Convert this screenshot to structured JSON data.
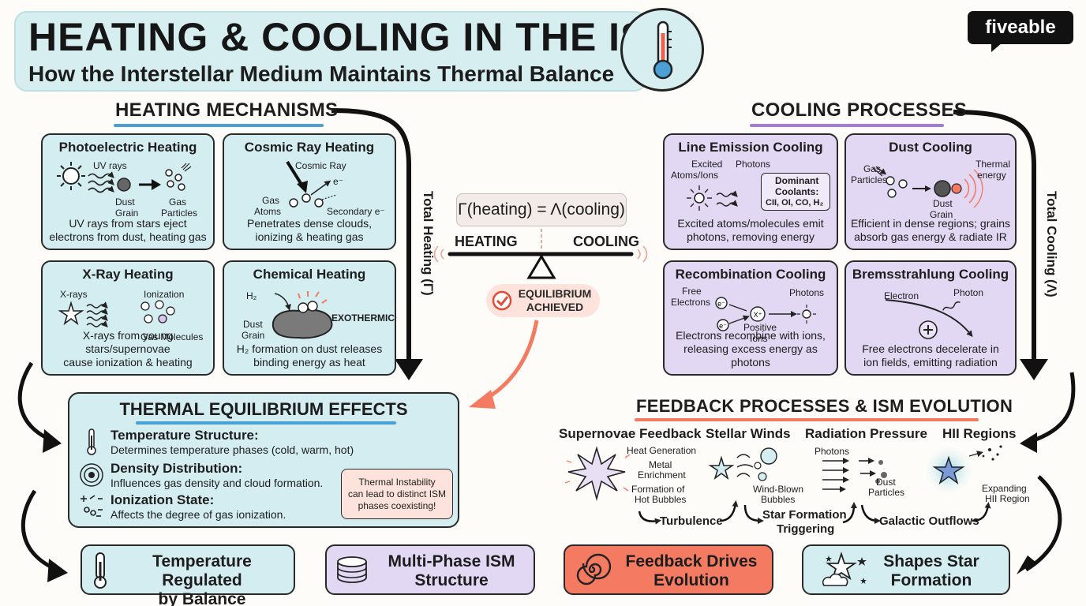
{
  "header": {
    "title": "HEATING & COOLING IN THE ISM",
    "subtitle": "How the Interstellar Medium Maintains Thermal Balance",
    "logo": "fiveable",
    "icon": "thermometer-icon"
  },
  "heating": {
    "heading": "HEATING MECHANISMS",
    "vertical_label": "Total Heating (Γ)",
    "cards": [
      {
        "title": "Photoelectric Heating",
        "labels": [
          "UV rays",
          "Dust",
          "Grain",
          "Gas",
          "Particles"
        ],
        "desc_lines": [
          "UV rays from stars eject",
          "electrons from dust, heating gas"
        ]
      },
      {
        "title": "Cosmic Ray Heating",
        "labels": [
          "Cosmic Ray",
          "e⁻",
          "Gas",
          "Atoms",
          "Secondary e⁻"
        ],
        "desc_lines": [
          "Penetrates dense clouds,",
          "ionizing & heating gas"
        ]
      },
      {
        "title": "X-Ray Heating",
        "labels": [
          "X-rays",
          "Ionization",
          "Gas Molecules"
        ],
        "desc_lines": [
          "X-rays from young stars/supernovae",
          "cause ionization & heating"
        ]
      },
      {
        "title": "Chemical Heating",
        "labels": [
          "H₂",
          "Dust",
          "Grain",
          "EXOTHERMIC"
        ],
        "desc_lines": [
          "H₂ formation on dust releases",
          "binding energy as heat"
        ]
      }
    ]
  },
  "cooling": {
    "heading": "COOLING PROCESSES",
    "vertical_label": "Total Cooling (Λ)",
    "cards": [
      {
        "title": "Line Emission Cooling",
        "labels": [
          "Excited",
          "Atoms/Ions",
          "Photons",
          "Dominant",
          "Coolants:",
          "CII, OI, CO, H₂"
        ],
        "desc_lines": [
          "Excited atoms/molecules emit",
          "photons, removing energy"
        ]
      },
      {
        "title": "Dust Cooling",
        "labels": [
          "Gas",
          "Particles",
          "Thermal",
          "energy",
          "Dust",
          "Grain"
        ],
        "desc_lines": [
          "Efficient in dense regions; grains",
          "absorb gas energy & radiate IR"
        ]
      },
      {
        "title": "Recombination Cooling",
        "labels": [
          "Free",
          "Electrons",
          "Photons",
          "Positive",
          "Ions"
        ],
        "desc_lines": [
          "Electrons recombine with ions,",
          "releasing excess energy as photons"
        ]
      },
      {
        "title": "Bremsstrahlung Cooling",
        "labels": [
          "Electron",
          "Photon"
        ],
        "desc_lines": [
          "Free electrons decelerate in",
          "ion fields, emitting radiation"
        ]
      }
    ]
  },
  "balance": {
    "equation": "Γ(heating) = Λ(cooling)",
    "left_label": "HEATING",
    "right_label": "COOLING",
    "equilibrium_lines": [
      "EQUILIBRIUM",
      "ACHIEVED"
    ]
  },
  "effects": {
    "title": "THERMAL EQUILIBRIUM EFFECTS",
    "items": [
      {
        "heading": "Temperature Structure:",
        "desc": "Determines temperature phases (cold, warm, hot)",
        "icon": "thermometer-icon"
      },
      {
        "heading": "Density Distribution:",
        "desc": "Influences gas density and cloud formation.",
        "icon": "concentric-circles-icon"
      },
      {
        "heading": "Ionization State:",
        "desc": "Affects the degree of gas ionization.",
        "icon": "ion-symbols-icon"
      }
    ],
    "note_lines": [
      "Thermal Instability",
      "can lead to distinct ISM",
      "phases coexisting!"
    ]
  },
  "feedback": {
    "heading": "FEEDBACK PROCESSES & ISM EVOLUTION",
    "items": [
      {
        "title": "Supernovae Feedback",
        "labels": [
          "Heat Generation",
          "Metal",
          "Enrichment",
          "Formation of",
          "Hot Bubbles"
        ]
      },
      {
        "title": "Stellar Winds",
        "labels": [
          "Wind-Blown",
          "Bubbles"
        ]
      },
      {
        "title": "Radiation Pressure",
        "labels": [
          "Photons",
          "Dust",
          "Particles"
        ]
      },
      {
        "title": "HII Regions",
        "labels": [
          "Expanding",
          "HII Region"
        ]
      }
    ],
    "chain": [
      "Turbulence",
      "Star Formation",
      "Triggering",
      "Galactic Outflows"
    ]
  },
  "outcomes": [
    {
      "lines": [
        "Temperature Regulated",
        "by Balance"
      ],
      "icon": "thermometer-icon",
      "color": "#d4edf0"
    },
    {
      "lines": [
        "Multi-Phase ISM",
        "Structure"
      ],
      "icon": "layered-disks-icon",
      "color": "#e2d8f3"
    },
    {
      "lines": [
        "Feedback Drives",
        "Evolution"
      ],
      "icon": "spiral-icon",
      "color": "#f47a62"
    },
    {
      "lines": [
        "Shapes Star",
        "Formation"
      ],
      "icon": "star-cloud-icon",
      "color": "#d4edf0"
    }
  ],
  "colors": {
    "heating_blue": "#d4edf0",
    "cooling_purple": "#e2d8f3",
    "accent_coral": "#f47a62",
    "heading_blue_line": "#4a9fd6",
    "heading_purple_line": "#a07cd8"
  }
}
